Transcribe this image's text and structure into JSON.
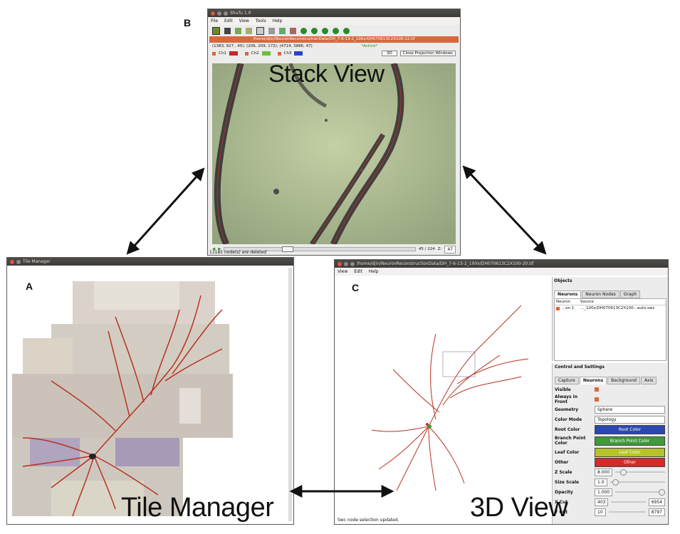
{
  "labels": {
    "a": "A",
    "b": "B",
    "c": "C",
    "stack_view": "Stack View",
    "tile_manager": "Tile Manager",
    "view3d": "3D View"
  },
  "shutu": {
    "title": "ShuTu 1.0",
    "menu": [
      "File",
      "Edit",
      "View",
      "Tools",
      "Help"
    ],
    "doc_title": "/home/djin/NeuronReconstructionData/DH_7-6-13-2_100x/DH070613C2X100-22.tif",
    "coords": "(1383, 927 , 45): (206, 209, 172); (4714, 3886, 47)",
    "active": "*Active*",
    "ch1": "Ch1",
    "ch2": "Ch2",
    "ch3": "Ch3",
    "btn_3d": "3D",
    "btn_close_proj": "Close Projection Windows",
    "slice": "45 / 224",
    "z_label": "Z:",
    "z_value": "47",
    "status": "13185 node(s) are deleted"
  },
  "tile_manager": {
    "title": "Tile Manager"
  },
  "view3d": {
    "title": "/home/djin/NeuronReconstructionData/DH_7-6-13-2_100x/DH070613C2X100-20.tif",
    "menu": [
      "View",
      "Edit",
      "Help"
    ],
    "status": "Swc node selection updated.",
    "objects_header": "Objects",
    "tabs": [
      "Neurons",
      "Neuron Nodes",
      "Graph"
    ],
    "col_neuron": "Neuron",
    "col_source": "Source",
    "row_neuron": "...on 1",
    "row_source": "..._100x/DH070613C2X100-..auto.swc",
    "settings_header": "Control and Settings",
    "settings_tabs": [
      "Capture",
      "Neurons",
      "Background",
      "Axis"
    ],
    "visible": "Visible",
    "always_front": "Always in Front",
    "geometry": "Geometry",
    "geometry_val": "Sphere",
    "color_mode": "Color Mode",
    "color_mode_val": "Topology",
    "root_color": "Root Color",
    "root_btn": "Root Color",
    "branch_color": "Branch Point Color",
    "branch_btn": "Branch Point Color",
    "leaf_color": "Leaf Color",
    "leaf_btn": "Leaf Color",
    "other": "Other",
    "other_btn": "Other",
    "z_scale": "Z Scale",
    "z_scale_val": "8.000",
    "size_scale": "Size Scale",
    "size_scale_val": "1.0",
    "opacity": "Opacity",
    "opacity_val": "1.000",
    "x_cut": "X Cut",
    "x_cut_min": "403",
    "x_cut_max": "6954",
    "y_cut": "Y Cut",
    "y_cut_min": "10",
    "y_cut_max": "8797"
  },
  "colors": {
    "root": "#2b47b3",
    "branch": "#3f9a3a",
    "leaf": "#b6c42a",
    "other": "#d12b2b",
    "neuron": "#b8321f"
  }
}
